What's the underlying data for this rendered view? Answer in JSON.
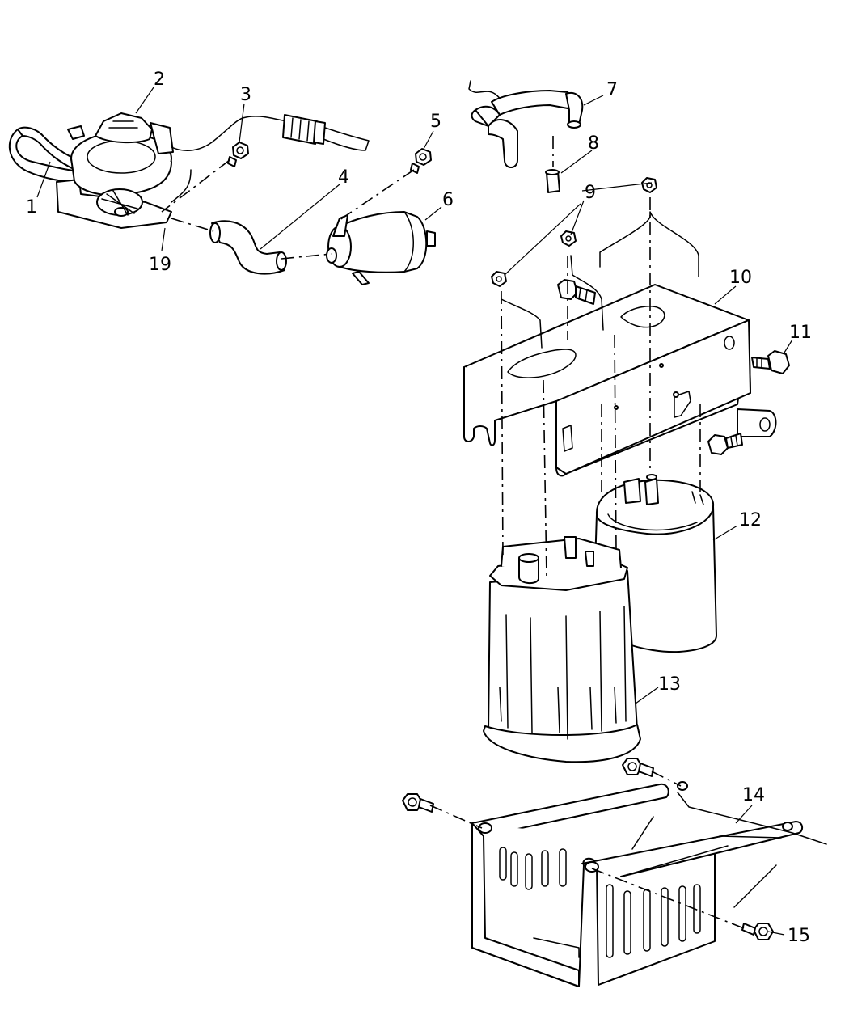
{
  "callouts": {
    "c1": "1",
    "c2": "2",
    "c3": "3",
    "c4": "4",
    "c5": "5",
    "c6": "6",
    "c7": "7",
    "c8": "8",
    "c9": "9",
    "c10": "10",
    "c11": "11",
    "c12": "12",
    "c13": "13",
    "c14": "14",
    "c15": "15",
    "c19": "19"
  },
  "icons": {
    "pump": "leak-detection-pump-icon",
    "filter": "filter-icon",
    "bracket": "mounting-bracket-icon",
    "canister": "vapor-canister-icon",
    "shield": "skid-plate-icon",
    "bolt": "bolt-icon",
    "nut": "nut-icon"
  }
}
